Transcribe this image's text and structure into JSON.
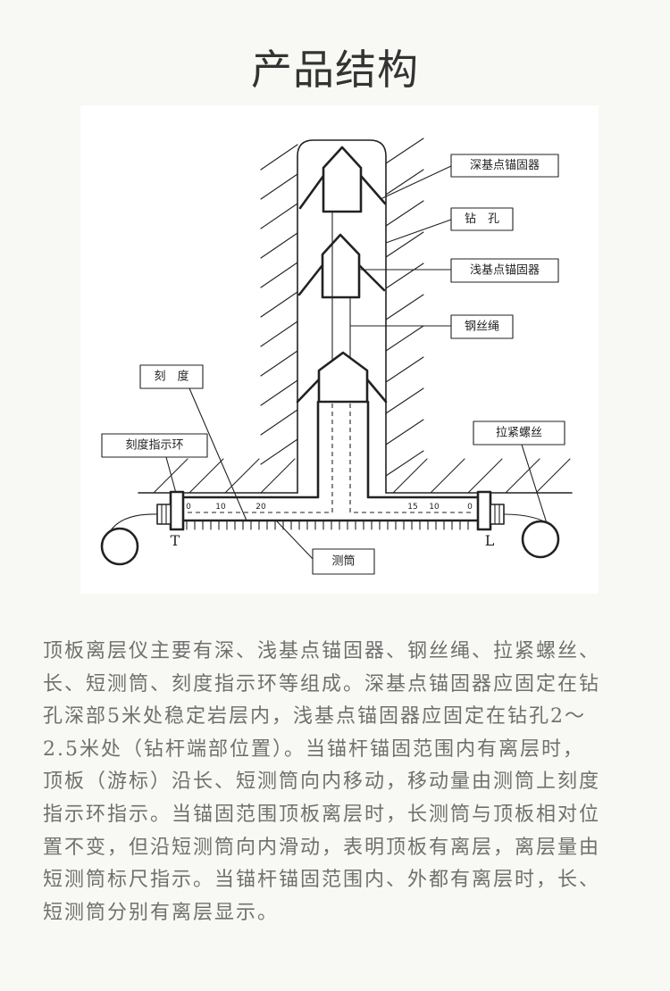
{
  "page": {
    "title": "产品结构"
  },
  "diagram": {
    "labels": {
      "deep_anchor": "深基点锚固器",
      "borehole": "钻　孔",
      "shallow_anchor": "浅基点锚固器",
      "wire_rope": "钢丝绳",
      "scale": "刻　度",
      "scale_indicator_ring": "刻度指示环",
      "tension_screw": "拉紧螺丝",
      "measuring_tube": "测筒"
    },
    "end_marks": {
      "left": "T",
      "right": "L"
    },
    "scale_left": [
      "0",
      "10",
      "20"
    ],
    "scale_right": [
      "15",
      "10",
      "0"
    ]
  },
  "description": {
    "lines": [
      "顶板离层仪主要有深、浅基点锚固器、钢丝绳、拉紧螺丝、",
      "长、短测筒、刻度指示环等组成。深基点锚固器应固定在钻",
      "孔深部5米处稳定岩层内，浅基点锚固器应固定在钻孔2～",
      "2.5米处（钻杆端部位置）。当锚杆锚固范围内有离层时，",
      "顶板（游标）沿长、短测筒向内移动，移动量由测筒上刻度",
      "指示环指示。当锚固范围顶板离层时，长测筒与顶板相对位",
      "置不变，但沿短测筒向内滑动，表明顶板有离层，离层量由",
      "短测筒标尺指示。当锚杆锚固范围内、外都有离层时，长、",
      "短测筒分别有离层显示。"
    ]
  },
  "colors": {
    "page_background": "#f8f8f4",
    "diagram_background": "#ffffff",
    "title_text": "#333333",
    "body_text": "#707070",
    "diagram_ink": "#222222"
  }
}
